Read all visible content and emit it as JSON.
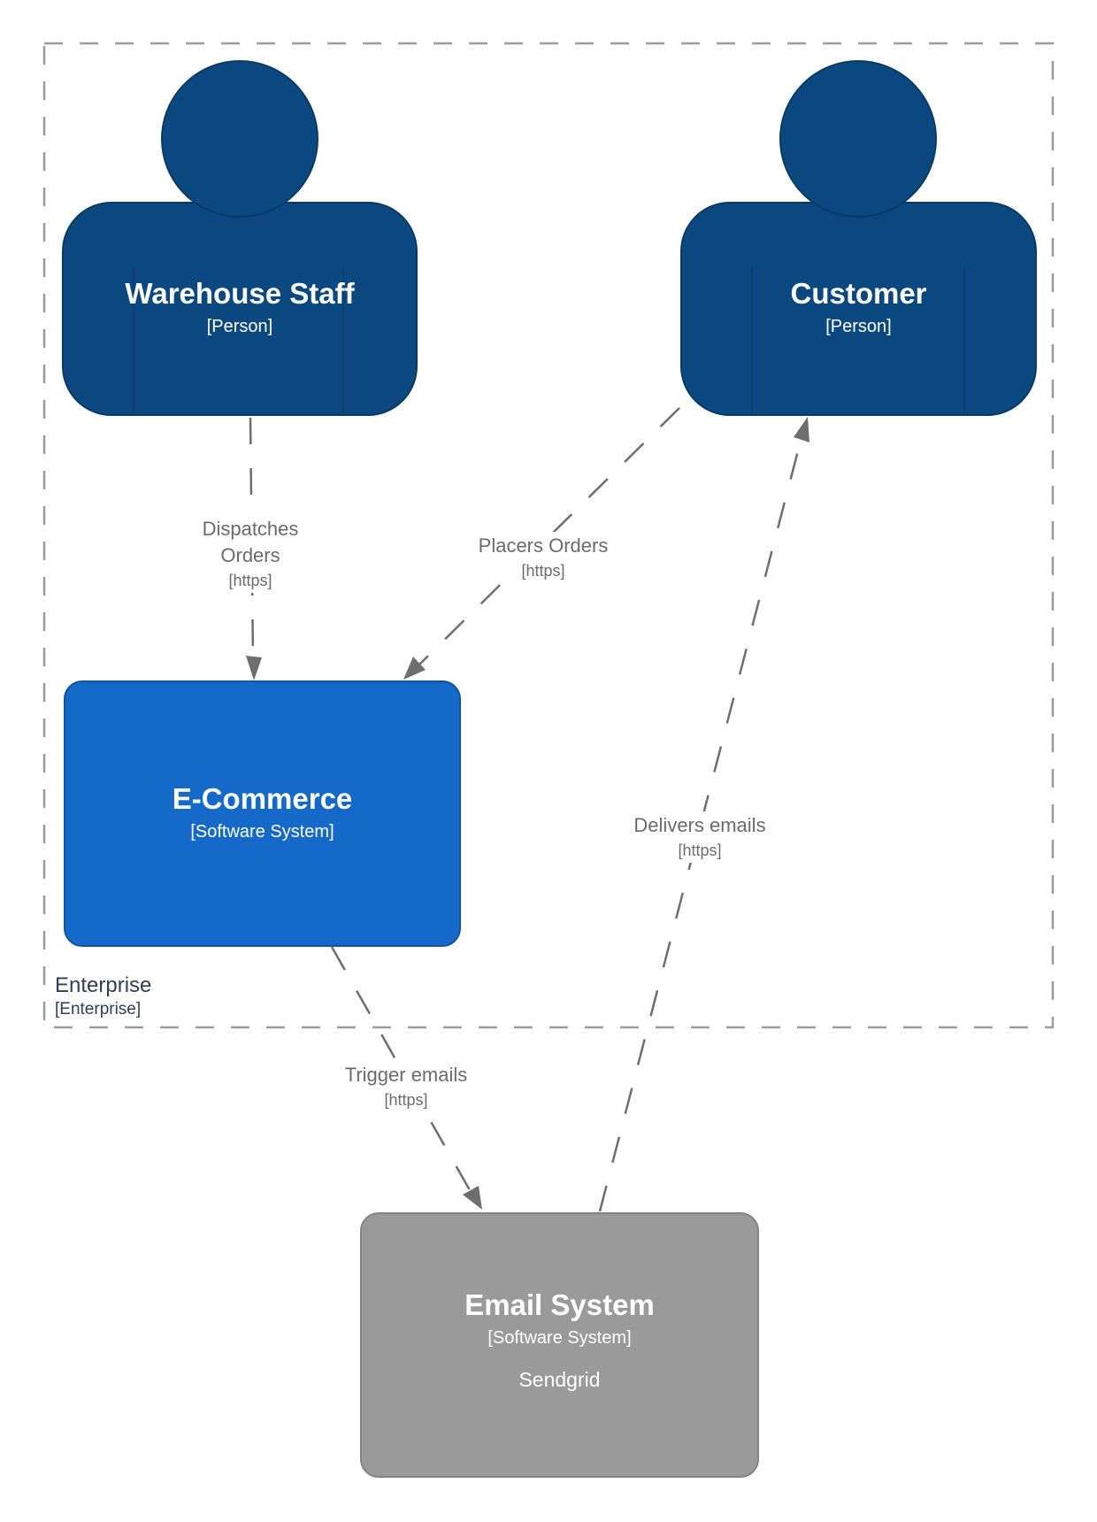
{
  "boundary": {
    "label": "Enterprise",
    "type_label": "[Enterprise]"
  },
  "nodes": {
    "warehouse_staff": {
      "title": "Warehouse Staff",
      "subtitle": "[Person]"
    },
    "customer": {
      "title": "Customer",
      "subtitle": "[Person]"
    },
    "ecommerce": {
      "title": "E-Commerce",
      "subtitle": "[Software System]"
    },
    "email_system": {
      "title": "Email System",
      "subtitle": "[Software System]",
      "description": "Sendgrid"
    }
  },
  "edges": {
    "dispatches_orders": {
      "label_line1": "Dispatches",
      "label_line2": "Orders",
      "protocol": "[https]"
    },
    "placers_orders": {
      "label": "Placers Orders",
      "protocol": "[https]"
    },
    "trigger_emails": {
      "label": "Trigger emails",
      "protocol": "[https]"
    },
    "delivers_emails": {
      "label": "Delivers emails",
      "protocol": "[https]"
    }
  },
  "colors": {
    "person_fill": "#0C4880",
    "person_stroke": "#083A66",
    "system_fill": "#1569C8",
    "system_stroke": "#0F55A0",
    "external_fill": "#9A9A9A",
    "external_stroke": "#838383",
    "edge": "#6E6E6E",
    "edge_label": "#6B6B6B",
    "boundary": "#9B9B9B",
    "boundary_label": "#2E4054"
  }
}
